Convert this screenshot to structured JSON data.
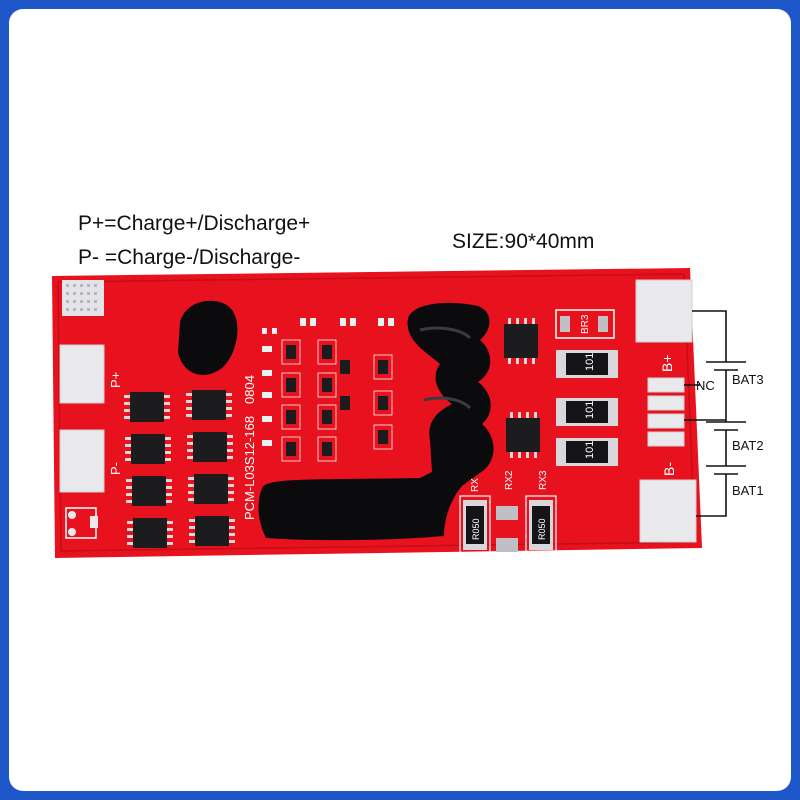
{
  "captions": {
    "p_plus": "P+=Charge+/Discharge+",
    "p_minus": "P- =Charge-/Discharge-",
    "size": "SIZE:90*40mm"
  },
  "board": {
    "model": "PCM-L03S12-168",
    "date_code": "0804",
    "pads": {
      "p_plus": "P+",
      "p_minus": "P-",
      "b_plus": "B+",
      "b_minus": "B-"
    },
    "resistor_labels": {
      "rx": "RX",
      "rx2": "RX2",
      "rx3": "RX3",
      "br3": "BR3"
    },
    "resistor_values": {
      "r050": "R050",
      "r101": "101"
    }
  },
  "diagram": {
    "nc": "NC",
    "bat3": "BAT3",
    "bat2": "BAT2",
    "bat1": "BAT1"
  },
  "colors": {
    "border": "#1d57c8",
    "pcb": "#e8121e",
    "pad": "#e9e9ec"
  }
}
